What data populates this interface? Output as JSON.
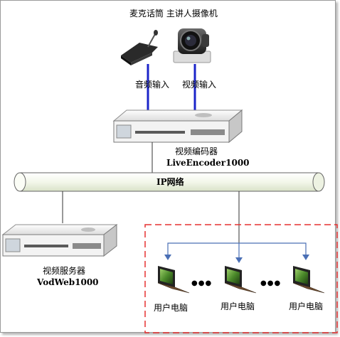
{
  "top_caption": "麦克话筒 主讲人摄像机",
  "audio_in": "音频输入",
  "video_in": "视频输入",
  "encoder": {
    "name": "视频编码器",
    "model": "LiveEncoder1000"
  },
  "network": "IP网络",
  "server": {
    "name": "视频服务器",
    "model": "VodWeb1000"
  },
  "users": [
    {
      "label": "用户电脑"
    },
    {
      "label": "用户电脑"
    },
    {
      "label": "用户电脑"
    }
  ],
  "ellipsis": "●●●",
  "colors": {
    "video_line": "#1b24c9",
    "user_line": "#4a6fb5",
    "dashed_box": "#e53030",
    "pipe": "#f3f7ea"
  }
}
